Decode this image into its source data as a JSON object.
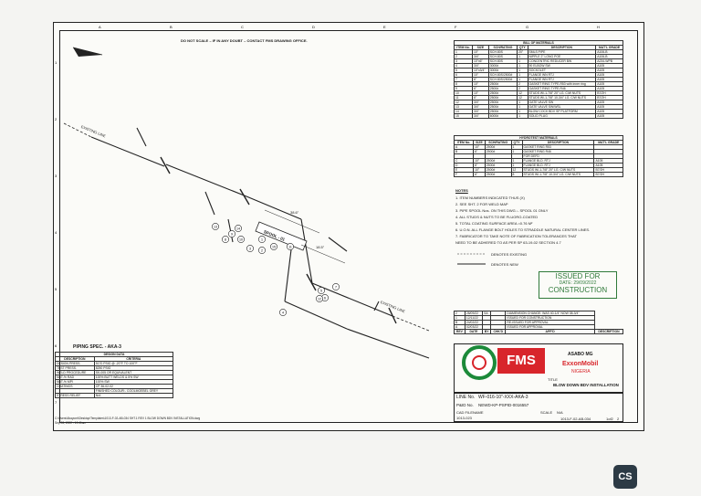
{
  "header_note": "DO NOT SCALE – IF IN ANY DOUBT – CONTACT FMS DRAWING OFFICE.",
  "grid_top": [
    "A",
    "B",
    "C",
    "D",
    "E",
    "F",
    "G",
    "H"
  ],
  "grid_left": [
    "1",
    "2",
    "3",
    "4",
    "5",
    "6",
    "7"
  ],
  "drawing": {
    "existing_line_top": "EXISTING LINE",
    "existing_line_right": "EXISTING LINE",
    "spool_label": "SPOOL - 01",
    "dim1": "38.6\"",
    "dim2": "18.5\"",
    "balloons": [
      "1",
      "2",
      "3",
      "4",
      "5",
      "6",
      "7",
      "8",
      "9",
      "10",
      "11",
      "12",
      "13",
      "14",
      "15"
    ]
  },
  "bom": {
    "title": "BILL OF MATERIALS",
    "headers": [
      "ITEM No.",
      "SIZE",
      "SCH/RATING",
      "QTY",
      "DESCRIPTION",
      "MAT'L GRADE"
    ],
    "rows": [
      [
        "1",
        "10\"",
        "SCH.80S",
        "20\"",
        "SMLS PIPE",
        "A106-B"
      ],
      [
        "2",
        "3/4\"",
        "SCH.80S",
        "1",
        "NIPPLE 2\" LONG POE",
        "A106-B"
      ],
      [
        "3",
        "10\"x6\"",
        "SCH.80S",
        "1",
        "CONCENTRIC REDUCER BW",
        "A234-WPB"
      ],
      [
        "4",
        "3/4\"",
        "3000#",
        "1",
        "90 ELBOW SW",
        "A105"
      ],
      [
        "5",
        "10\"x3/4\"",
        "3000#",
        "1",
        "SOCKOLET",
        "A105"
      ],
      [
        "6",
        "10\"",
        "SCH.80S/2500#",
        "1",
        "FLANGE WN RTJ",
        "A105"
      ],
      [
        "7",
        "6\"",
        "SCH.80S/2500#",
        "1",
        "FLANGE WN RTJ",
        "A105"
      ],
      [
        "8",
        "10\"",
        "2500#",
        "2",
        "GASKET RING TYPE-R53 with inner ring",
        "A105"
      ],
      [
        "9",
        "6\"",
        "2500#",
        "2",
        "GASKET RING TYPE-R46",
        "A105"
      ],
      [
        "10",
        "10\"",
        "2500#",
        "12",
        "STUDS W/-1-7/8\" 20\" LG. C/W NUTS",
        "B7/2H"
      ],
      [
        "11",
        "6\"",
        "2500#",
        "12",
        "STUDS W/-1-7/8\" 10-3/4\" LG. C/W NUTS",
        "B7/2H"
      ],
      [
        "12",
        "3/4\"",
        "2500#",
        "1",
        "GATE VALVE SW",
        "A105"
      ],
      [
        "13",
        "3/4\"",
        "2500#",
        "1",
        "GATE VALVE SW/WSL",
        "A105"
      ],
      [
        "14",
        "3/4\"",
        "2500#",
        "1",
        "BLOW COCK BDV SP PLATFORM",
        "A105"
      ],
      [
        "15",
        "3/4\"",
        "6000#",
        "1",
        "SOLID PLUG",
        "A105"
      ]
    ]
  },
  "hydrotest": {
    "title": "HYDROTEST MATERIALS",
    "headers": [
      "ITEM No.",
      "SIZE",
      "SCH/RATING",
      "QTY",
      "DESCRIPTION",
      "MAT'L GRADE"
    ],
    "rows": [
      [
        "A",
        "10\"",
        "2500#",
        "1",
        "GASKET RING R53",
        ""
      ],
      [
        "B",
        "6\"",
        "2500#",
        "1",
        "GASKET RING R46",
        ""
      ],
      [
        "",
        "",
        "",
        "",
        "FOR DEFD",
        ""
      ],
      [
        "C",
        "10\"",
        "2500#",
        "1",
        "FLANGE BLD. RTJ",
        "A105"
      ],
      [
        "D",
        "6\"",
        "2500#",
        "1",
        "FLANGE BLD. RTJ",
        "A105"
      ],
      [
        "E",
        "10\"",
        "2500#",
        "12",
        "STUDS W/-1-7/8\" 20\" LG. C/W NUTS",
        "B7/2H"
      ],
      [
        "F",
        "6\"",
        "2500#",
        "8",
        "STUDS W/-1-7/8\" 10-3/4\" LG. C/W NUTS",
        "B7/2H"
      ]
    ]
  },
  "notes": {
    "title": "NOTES",
    "items": [
      "1. ITEM NUMBERS INDICATED THUS (X)",
      "2. SEE SHT. 2 FOR WELD MAP",
      "3. PIPE SPOOL Nos. ON THIS DWG.:- SPOOL   01 ONLY",
      "4. ALL STUDS & NUTS TO BE FLUORO-COATED",
      "5. TOTAL COATING SURFACE AREA  =0.76 M²",
      "6. U.O.N. ALL FLANGE BOLT HOLES TO STRADDLE NATURAL CENTER LINES.",
      "7. FABRICATOR TO TAKE NOTE OF FABRICATION TOLERANCES THAT",
      "   NEED TO BE ADHERED TO AS PER SP 63-19-02 SECTION 4.7"
    ],
    "legend_existing": "DENOTES EXISTING",
    "legend_new": "DENOTES NEW"
  },
  "stamp": {
    "line1": "ISSUED FOR",
    "date": "DATE: 29/09/2022",
    "line2": "CONSTRUCTION"
  },
  "revisions": [
    [
      "2",
      "28/09/22",
      "SA",
      "",
      "DIAMENSION CHANGE: WAS 40-1/4\" NOW 38-3/4\""
    ],
    [
      "1",
      "12/11/22",
      "",
      "",
      "ISSUED FOR CONSTRUCTION"
    ],
    [
      "B",
      "24/02/22",
      "",
      "",
      "RE-ISSUED FOR APPROVAL"
    ],
    [
      "A",
      "02/03/22",
      "",
      "",
      "ISSUED FOR APPROVAL"
    ]
  ],
  "rev_headers": [
    "REV",
    "DATE",
    "BY",
    "CHK'D",
    "APP'D",
    "DESCRIPTION"
  ],
  "title_block": {
    "project": "ASABO MG",
    "client": "ExxonMobil",
    "country": "NIGERIA",
    "title_label": "TITLE",
    "title": "BLOW DOWN BDV INSTALLATION",
    "fms": "FMS",
    "line_no_label": "LINE No.",
    "line_no": "WF-016-10\"-XXX-AKA-3",
    "pid_label": "P&ID No.",
    "pid": "NEWD-KP-PSPID-0016557",
    "scale_label": "SCALE",
    "scale": "N/A",
    "cad_label": "CAD FILENAME",
    "cad": "1013-023",
    "dwg_no": "1013-F-02-AB-034",
    "sheet": "1of2",
    "rev": "2"
  },
  "design": {
    "piping_spec": "PIPING SPEC. - AKA-3",
    "title": "DESIGN DATA",
    "headers": [
      "DESCRIPTION",
      "CRITERIA"
    ],
    "rows": [
      [
        "DESIGN PRESS.",
        "5170 PSIG @ -20°F TO 100°F"
      ],
      [
        "TEST PRESS.",
        "8250 PSIG"
      ],
      [
        "WELD PROCEDURE",
        "SK-005 OR EQUIVALENT"
      ],
      [
        "NDT-% RAD",
        "100% BUTT WELDS & 5% SW"
      ],
      [
        "NDT-% MPI",
        "100% SW"
      ],
      [
        "COATINGS",
        "CP 36-02-02"
      ],
      [
        "",
        "FINISHED COLOUR:- COOLMOEBEL GREY"
      ],
      [
        "STRESS RELIEF",
        "N/A"
      ]
    ]
  },
  "footer_path": "C:\\Users\\Abayomi\\Desktop\\Templates\\1013-F-02-AB-034 SHT.1 REV 1 BLOW DOWN BDV INSTALLATION.dwg",
  "footer_date": "Sep 28, 2022 - 10:41am",
  "badge": "CS"
}
